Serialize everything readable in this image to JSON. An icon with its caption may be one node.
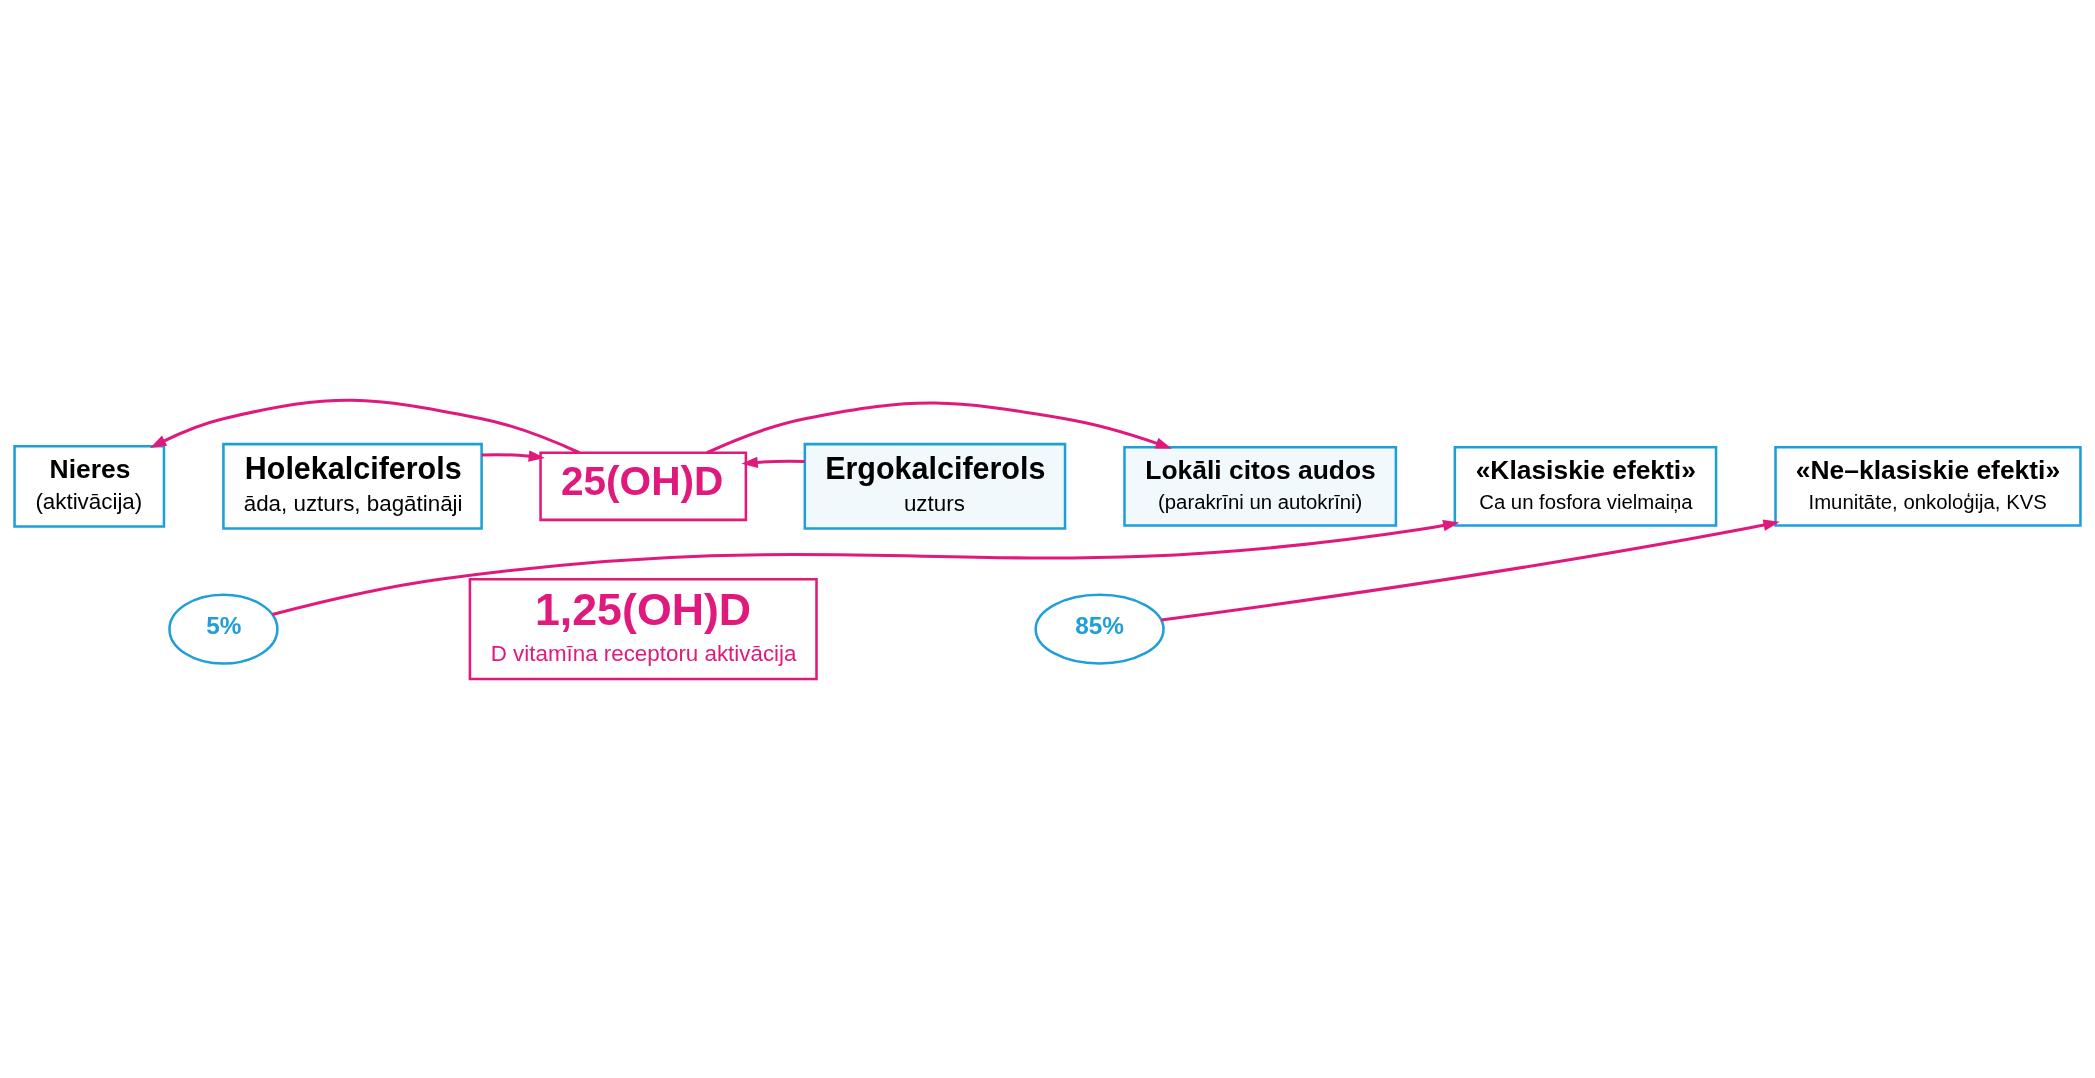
{
  "diagram": {
    "nodes": [
      {
        "text": [
          "Holekalciferols",
          "āda, uzturs, bagātināji"
        ]
      },
      {
        "text": [
          "25(OH)D"
        ]
      },
      {
        "text": [
          "Ergokalciferols",
          "uzturs"
        ]
      },
      {
        "text": [
          "Nieres",
          "(aktivācija)"
        ]
      },
      {
        "text": [
          "Lokāli citos audos",
          "(parakrīni un autokrīni)"
        ]
      },
      {
        "text": [
          "5%"
        ]
      },
      {
        "text": [
          "1,25(OH)D",
          "D vitamīna receptoru aktivācija"
        ]
      },
      {
        "text": [
          "85%"
        ]
      },
      {
        "text": [
          "«Klasiskie efekti»",
          "Ca un fosfora vielmaiņa"
        ]
      },
      {
        "text": [
          "«Ne–klasiskie efekti»",
          "Imunitāte, onkoloģija, KVS"
        ]
      }
    ],
    "edges": [
      {
        "from": 0,
        "to": 1,
        "arrow": "to"
      },
      {
        "from": 2,
        "to": 1,
        "arrow": "to"
      },
      {
        "from": 1,
        "to": 3,
        "arrow": "to"
      },
      {
        "from": 1,
        "to": 4,
        "arrow": "to"
      },
      {
        "from": 5,
        "to": 8,
        "arrow": "to"
      },
      {
        "from": 7,
        "to": 9,
        "arrow": "to"
      }
    ]
  }
}
